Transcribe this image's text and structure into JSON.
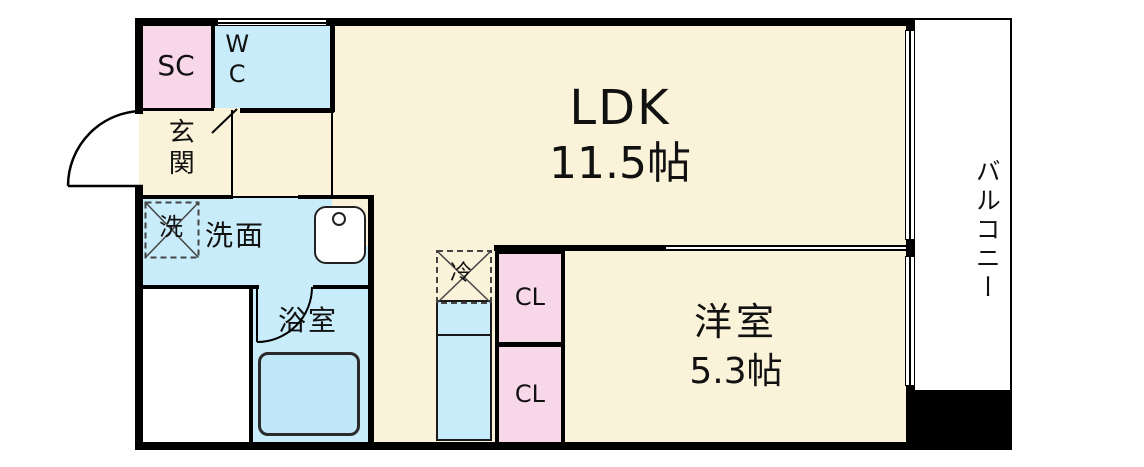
{
  "palette": {
    "room-pink": "#f8d7e8",
    "room-blue": "#c9ecfa",
    "room-cream": "#fbf3d9",
    "tub-blue": "#c0e7f8",
    "wall-black": "#000000"
  },
  "rooms": {
    "sc": {
      "label": "SC"
    },
    "wc": {
      "label": "WC"
    },
    "entrance": {
      "label": "玄関"
    },
    "laundry": {
      "label": "洗"
    },
    "washroom": {
      "label": "洗面"
    },
    "bathroom": {
      "label": "浴室"
    },
    "ldk": {
      "label": "LDK",
      "size": "11.5帖"
    },
    "refrigerator": {
      "label": "冷"
    },
    "closet_top": {
      "label": "CL"
    },
    "closet_bottom": {
      "label": "CL"
    },
    "western_room": {
      "label": "洋室",
      "size": "5.3帖"
    },
    "balcony": {
      "label": "バルコニー"
    }
  },
  "icons": {
    "toilet": "toilet-icon",
    "sink": "sink-icon",
    "bathtub": "bathtub-icon",
    "washer_pan": "washing-machine-pan-icon",
    "fridge_space": "refrigerator-space-icon",
    "entrance_door": "entrance-door-arc-icon",
    "bathroom_door": "bathroom-door-arc-icon",
    "wc_door": "wc-door-line-icon",
    "sliding_door": "sliding-door-icon"
  }
}
